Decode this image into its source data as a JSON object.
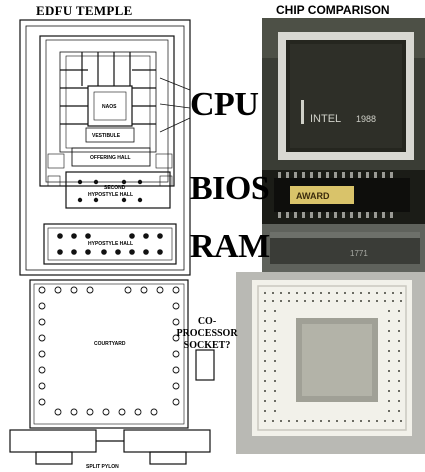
{
  "titles": {
    "left": "EDFU TEMPLE",
    "right": "CHIP COMPARISON"
  },
  "comparison_labels": {
    "cpu": "CPU",
    "bios": "BIOS",
    "ram": "RAM",
    "coprocessor_line1": "CO-PROCESSOR",
    "coprocessor_line2": "SOCKET?"
  },
  "temple_labels": {
    "naos": "NAOS",
    "vestibule": "VESTIBULE",
    "offering_hall": "OFFERING HALL",
    "second_hall_line1": "SECOND",
    "second_hall_line2": "HYPOSTYLE HALL",
    "hypostyle_hall": "HYPOSTYLE HALL",
    "courtyard": "COURTYARD",
    "pylon": "SPLIT PYLON"
  },
  "chip_markings": {
    "cpu_brand": "INTEL",
    "cpu_year": "1988",
    "bios_brand": "AWARD",
    "ram_marking": "1771"
  }
}
